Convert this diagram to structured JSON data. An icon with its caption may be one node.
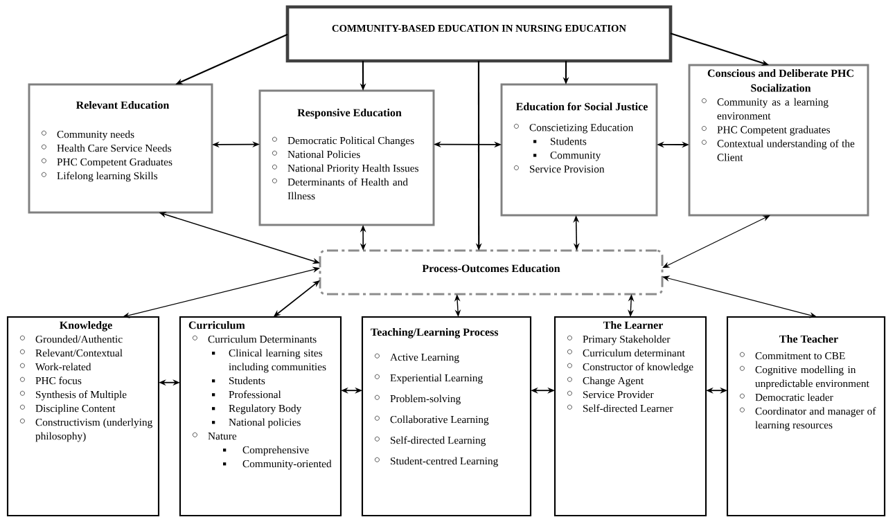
{
  "diagram": {
    "nodes": [
      {
        "text": [
          "COMMUNITY-BASED EDUCATION IN NURSING EDUCATION"
        ]
      },
      {
        "text": [
          "Relevant Education",
          "Community needs",
          "Health Care Service Needs",
          "PHC Competent Graduates",
          "Lifelong learning Skills"
        ]
      },
      {
        "text": [
          "Responsive Education",
          "Democratic Political Changes",
          "National Policies",
          "National Priority Health Issues",
          "Determinants of Health and Illness"
        ]
      },
      {
        "text": [
          "Education for Social Justice",
          "Conscietizing Education",
          "Students",
          "Community",
          "Service Provision"
        ]
      },
      {
        "text": [
          "Conscious and Deliberate PHC Socialization",
          "Community as a learning environment",
          "PHC Competent graduates",
          "Contextual understanding of the Client"
        ]
      },
      {
        "text": [
          "Process-Outcomes Education"
        ]
      },
      {
        "text": [
          "Knowledge",
          "Grounded/Authentic",
          "Relevant/Contextual",
          "Work-related",
          "PHC focus",
          "Synthesis of Multiple",
          "Discipline Content",
          "Constructivism (underlying philosophy)"
        ]
      },
      {
        "text": [
          "Curriculum",
          "Curriculum Determinants",
          "Clinical learning sites including communities",
          "Students",
          "Professional",
          "Regulatory Body",
          "National policies",
          "Nature",
          "Comprehensive",
          "Community-oriented"
        ]
      },
      {
        "text": [
          "Teaching/Learning Process",
          "Active Learning",
          "Experiential Learning",
          "Problem-solving",
          "Collaborative Learning",
          "Self-directed Learning",
          "Student-centred Learning"
        ]
      },
      {
        "text": [
          "The Learner",
          "Primary Stakeholder",
          "Curriculum determinant",
          "Constructor of knowledge",
          "Change Agent",
          "Service Provider",
          "Self-directed Learner"
        ]
      },
      {
        "text": [
          "The Teacher",
          "Commitment to CBE",
          "Cognitive modelling in unpredictable environment",
          "Democratic leader",
          "Coordinator and manager of learning resources"
        ]
      }
    ],
    "edges": [
      {
        "from": 0,
        "to": 1,
        "arrow": "to"
      },
      {
        "from": 0,
        "to": 2,
        "arrow": "to"
      },
      {
        "from": 0,
        "to": 5,
        "arrow": "to"
      },
      {
        "from": 0,
        "to": 3,
        "arrow": "to"
      },
      {
        "from": 0,
        "to": 4,
        "arrow": "to"
      },
      {
        "from": 1,
        "to": 2,
        "arrow": "both"
      },
      {
        "from": 2,
        "to": 3,
        "arrow": "both"
      },
      {
        "from": 3,
        "to": 4,
        "arrow": "both"
      },
      {
        "from": 1,
        "to": 5,
        "arrow": "both"
      },
      {
        "from": 2,
        "to": 5,
        "arrow": "both"
      },
      {
        "from": 3,
        "to": 5,
        "arrow": "both"
      },
      {
        "from": 4,
        "to": 5,
        "arrow": "both"
      },
      {
        "from": 5,
        "to": 6,
        "arrow": "both"
      },
      {
        "from": 5,
        "to": 7,
        "arrow": "both"
      },
      {
        "from": 5,
        "to": 8,
        "arrow": "both"
      },
      {
        "from": 5,
        "to": 9,
        "arrow": "both"
      },
      {
        "from": 5,
        "to": 10,
        "arrow": "both"
      },
      {
        "from": 6,
        "to": 7,
        "arrow": "both"
      },
      {
        "from": 7,
        "to": 8,
        "arrow": "both"
      },
      {
        "from": 8,
        "to": 9,
        "arrow": "both"
      },
      {
        "from": 9,
        "to": 10,
        "arrow": "both"
      }
    ]
  }
}
